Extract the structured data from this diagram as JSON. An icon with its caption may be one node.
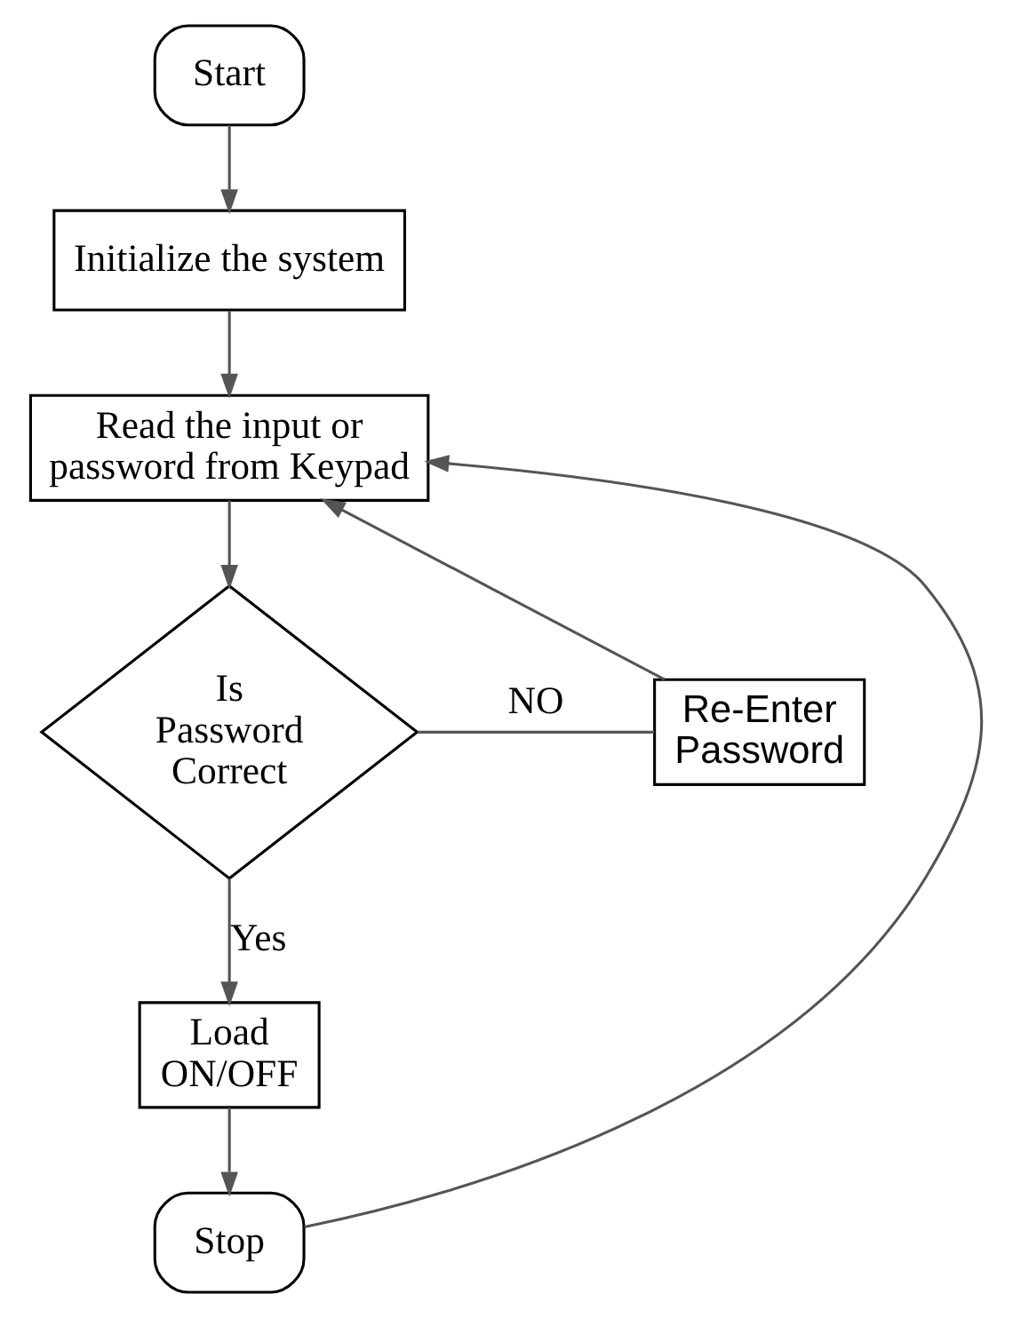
{
  "diagram": {
    "nodes": [
      {
        "text": [
          "Start"
        ]
      },
      {
        "text": [
          "Initialize the system"
        ]
      },
      {
        "text": [
          "Read the input or password from Keypad"
        ]
      },
      {
        "text": [
          "Is Password Correct"
        ]
      },
      {
        "text": [
          "Re-Enter Password"
        ]
      },
      {
        "text": [
          "Load ON/OFF"
        ]
      },
      {
        "text": [
          "Stop"
        ]
      }
    ],
    "edges": [
      {
        "from": 0,
        "to": 1,
        "arrow": "to"
      },
      {
        "from": 1,
        "to": 2,
        "arrow": "to"
      },
      {
        "from": 2,
        "to": 3,
        "arrow": "to"
      },
      {
        "from": 3,
        "to": 4,
        "arrow": "none",
        "label": "NO"
      },
      {
        "from": 4,
        "to": 2,
        "arrow": "to"
      },
      {
        "from": 3,
        "to": 5,
        "arrow": "to",
        "label": "Yes"
      },
      {
        "from": 5,
        "to": 6,
        "arrow": "to"
      },
      {
        "from": 6,
        "to": 2,
        "arrow": "to"
      }
    ]
  }
}
